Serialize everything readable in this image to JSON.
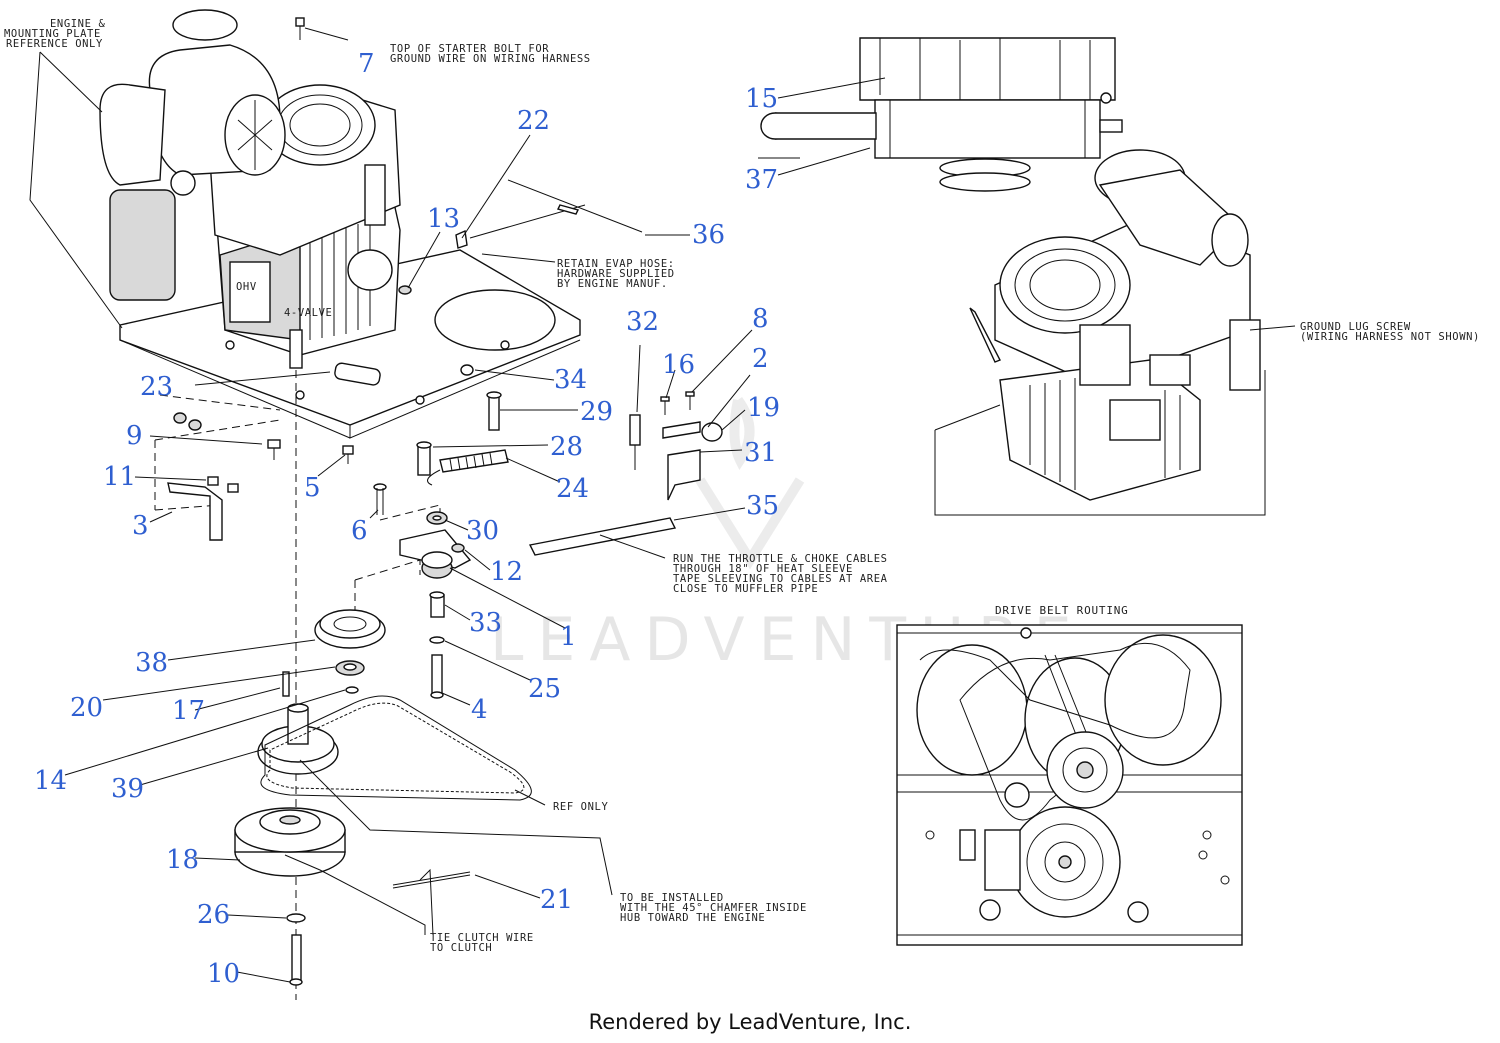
{
  "notes": {
    "engine_ref_line1": "ENGINE &",
    "engine_ref_line2": "MOUNTING PLATE",
    "engine_ref_line3": "REFERENCE ONLY",
    "starter_bolt_line1": "TOP OF STARTER BOLT FOR",
    "starter_bolt_line2": "GROUND WIRE ON WIRING HARNESS",
    "evap_line1": "RETAIN EVAP HOSE:",
    "evap_line2": "HARDWARE SUPPLIED",
    "evap_line3": "BY ENGINE MANUF.",
    "ground_lug_line1": "GROUND LUG SCREW",
    "ground_lug_line2": "(WIRING HARNESS NOT SHOWN)",
    "throttle_line1": "RUN THE THROTTLE & CHOKE CABLES",
    "throttle_line2": "THROUGH 18\" OF HEAT SLEEVE",
    "throttle_line3": "TAPE SLEEVING TO CABLES AT AREA",
    "throttle_line4": "CLOSE TO MUFFLER PIPE",
    "ref_only": "REF ONLY",
    "chamfer_line1": "TO BE INSTALLED",
    "chamfer_line2": "WITH THE 45° CHAMFER INSIDE",
    "chamfer_line3": "HUB TOWARD THE ENGINE",
    "tie_line1": "TIE CLUTCH WIRE",
    "tie_line2": "TO CLUTCH",
    "belt_routing": "DRIVE BELT ROUTING"
  },
  "callouts": {
    "c1": "1",
    "c2": "2",
    "c3": "3",
    "c4": "4",
    "c5": "5",
    "c6": "6",
    "c7": "7",
    "c8": "8",
    "c9": "9",
    "c10": "10",
    "c11": "11",
    "c12": "12",
    "c13": "13",
    "c14": "14",
    "c15": "15",
    "c16": "16",
    "c17": "17",
    "c18": "18",
    "c19": "19",
    "c20": "20",
    "c21": "21",
    "c22": "22",
    "c23": "23",
    "c24": "24",
    "c25": "25",
    "c26": "26",
    "c28": "28",
    "c29": "29",
    "c30": "30",
    "c31": "31",
    "c32": "32",
    "c33": "33",
    "c34": "34",
    "c35": "35",
    "c36": "36",
    "c37": "37",
    "c38": "38",
    "c39": "39"
  },
  "engine_labels": {
    "ohv": "OHV",
    "valve": "4-VALVE"
  },
  "watermark": "LEADVENTURE",
  "footer": "Rendered by LeadVenture, Inc.",
  "colors": {
    "callout": "#2f5fd0",
    "linework": "#111111"
  }
}
